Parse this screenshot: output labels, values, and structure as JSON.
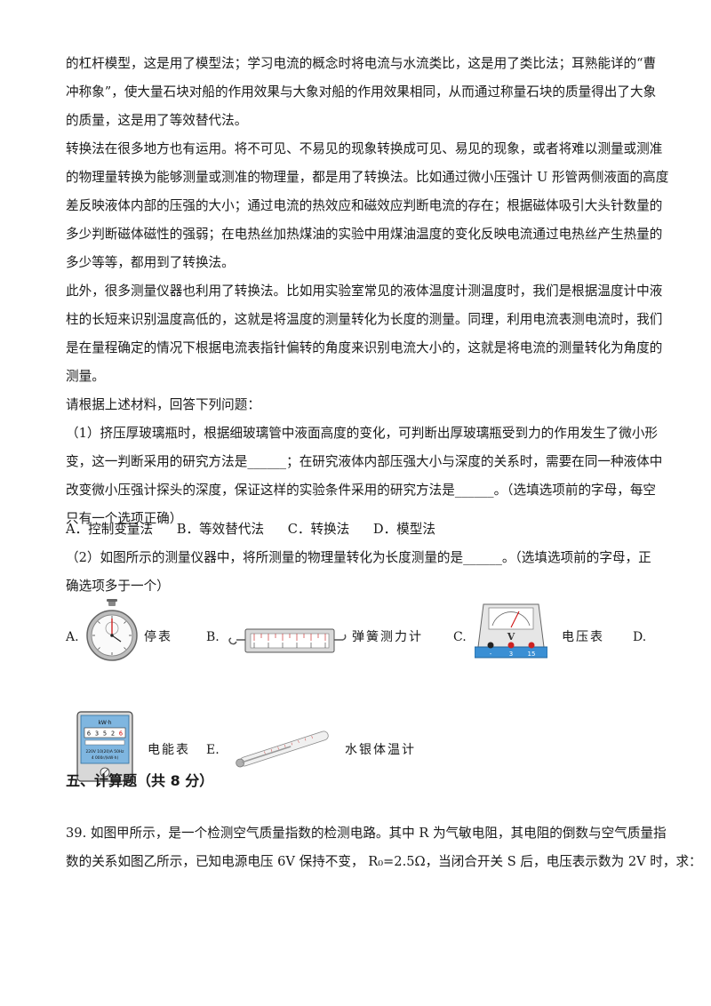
{
  "paragraphs": {
    "p1_l1": "的杠杆模型，这是用了模型法；学习电流的概念时将电流与水流类比，这是用了类比法；耳熟能详的“曹",
    "p1_l2": "冲称象”，使大量石块对船的作用效果与大象对船的作用效果相同，从而通过称量石块的质量得出了大象",
    "p1_l3": "的质量，这是用了等效替代法。",
    "p2_l1": "转换法在很多地方也有运用。将不可见、不易见的现象转换成可见、易见的现象，或者将难以测量或测准",
    "p2_l2": "的物理量转换为能够测量或测准的物理量，都是用了转换法。比如通过微小压强计 U 形管两侧液面的高度",
    "p2_l3": "差反映液体内部的压强的大小；通过电流的热效应和磁效应判断电流的存在；根据磁体吸引大头针数量的",
    "p2_l4": "多少判断磁体磁性的强弱；在电热丝加热煤油的实验中用煤油温度的变化反映电流通过电热丝产生热量的",
    "p2_l5": "多少等等，都用到了转换法。",
    "p3_l1": "此外，很多测量仪器也利用了转换法。比如用实验室常见的液体温度计测温度时，我们是根据温度计中液",
    "p3_l2": "柱的长短来识别温度高低的，这就是将温度的测量转化为长度的测量。同理，利用电流表测电流时，我们",
    "p3_l3": "是在量程确定的情况下根据电流表指针偏转的角度来识别电流大小的，这就是将电流的测量转化为角度的",
    "p3_l4": "测量。",
    "prompt": "请根据上述材料，回答下列问题："
  },
  "q1": {
    "l1": "（1）挤压厚玻璃瓶时，根据细玻璃管中液面高度的变化，可判断出厚玻璃瓶受到力的作用发生了微小形",
    "l2": "变，这一判断采用的研究方法是______；在研究液体内部压强大小与深度的关系时，需要在同一种液体中",
    "l3": "改变微小压强计探头的深度，保证这样的实验条件采用的研究方法是______。（选填选项前的字母，每空",
    "l4": "只有一个选项正确）",
    "options": [
      "A．控制变量法",
      "B．等效替代法",
      "C．转换法",
      "D．模型法"
    ]
  },
  "q2": {
    "l1": "（2）如图所示的测量仪器中，将所测量的物理量转化为长度测量的是______。（选填选项前的字母，正",
    "l2": "确选项多于一个）",
    "instruments": [
      {
        "letter": "A.",
        "name": "停表"
      },
      {
        "letter": "B.",
        "name": "弹簧测力计"
      },
      {
        "letter": "C.",
        "name": "电压表"
      },
      {
        "letter": "D.",
        "name": ""
      },
      {
        "letter": "",
        "name": "电能表"
      },
      {
        "letter": "E.",
        "name": "水银体温计"
      }
    ],
    "meter_text": {
      "unit": "kW·h",
      "digits": [
        "6",
        "3",
        "5",
        "2",
        "6"
      ],
      "spec1": "220V 10(20)A 50Hz",
      "spec2": "4 000r/(kW·h)"
    },
    "voltmeter_text": {
      "symbol": "V",
      "terminals": [
        "-",
        "3",
        "15"
      ]
    }
  },
  "section": {
    "title": "五、计算题（共 8 分）"
  },
  "q39": {
    "l1": "39. 如图甲所示，是一个检测空气质量指数的检测电路。其中 R 为气敏电阻，其电阻的倒数与空气质量指",
    "l2": "数的关系如图乙所示，已知电源电压 6V 保持不变， R₀=2.5Ω，当闭合开关 S 后，电压表示数为 2V 时，求："
  }
}
